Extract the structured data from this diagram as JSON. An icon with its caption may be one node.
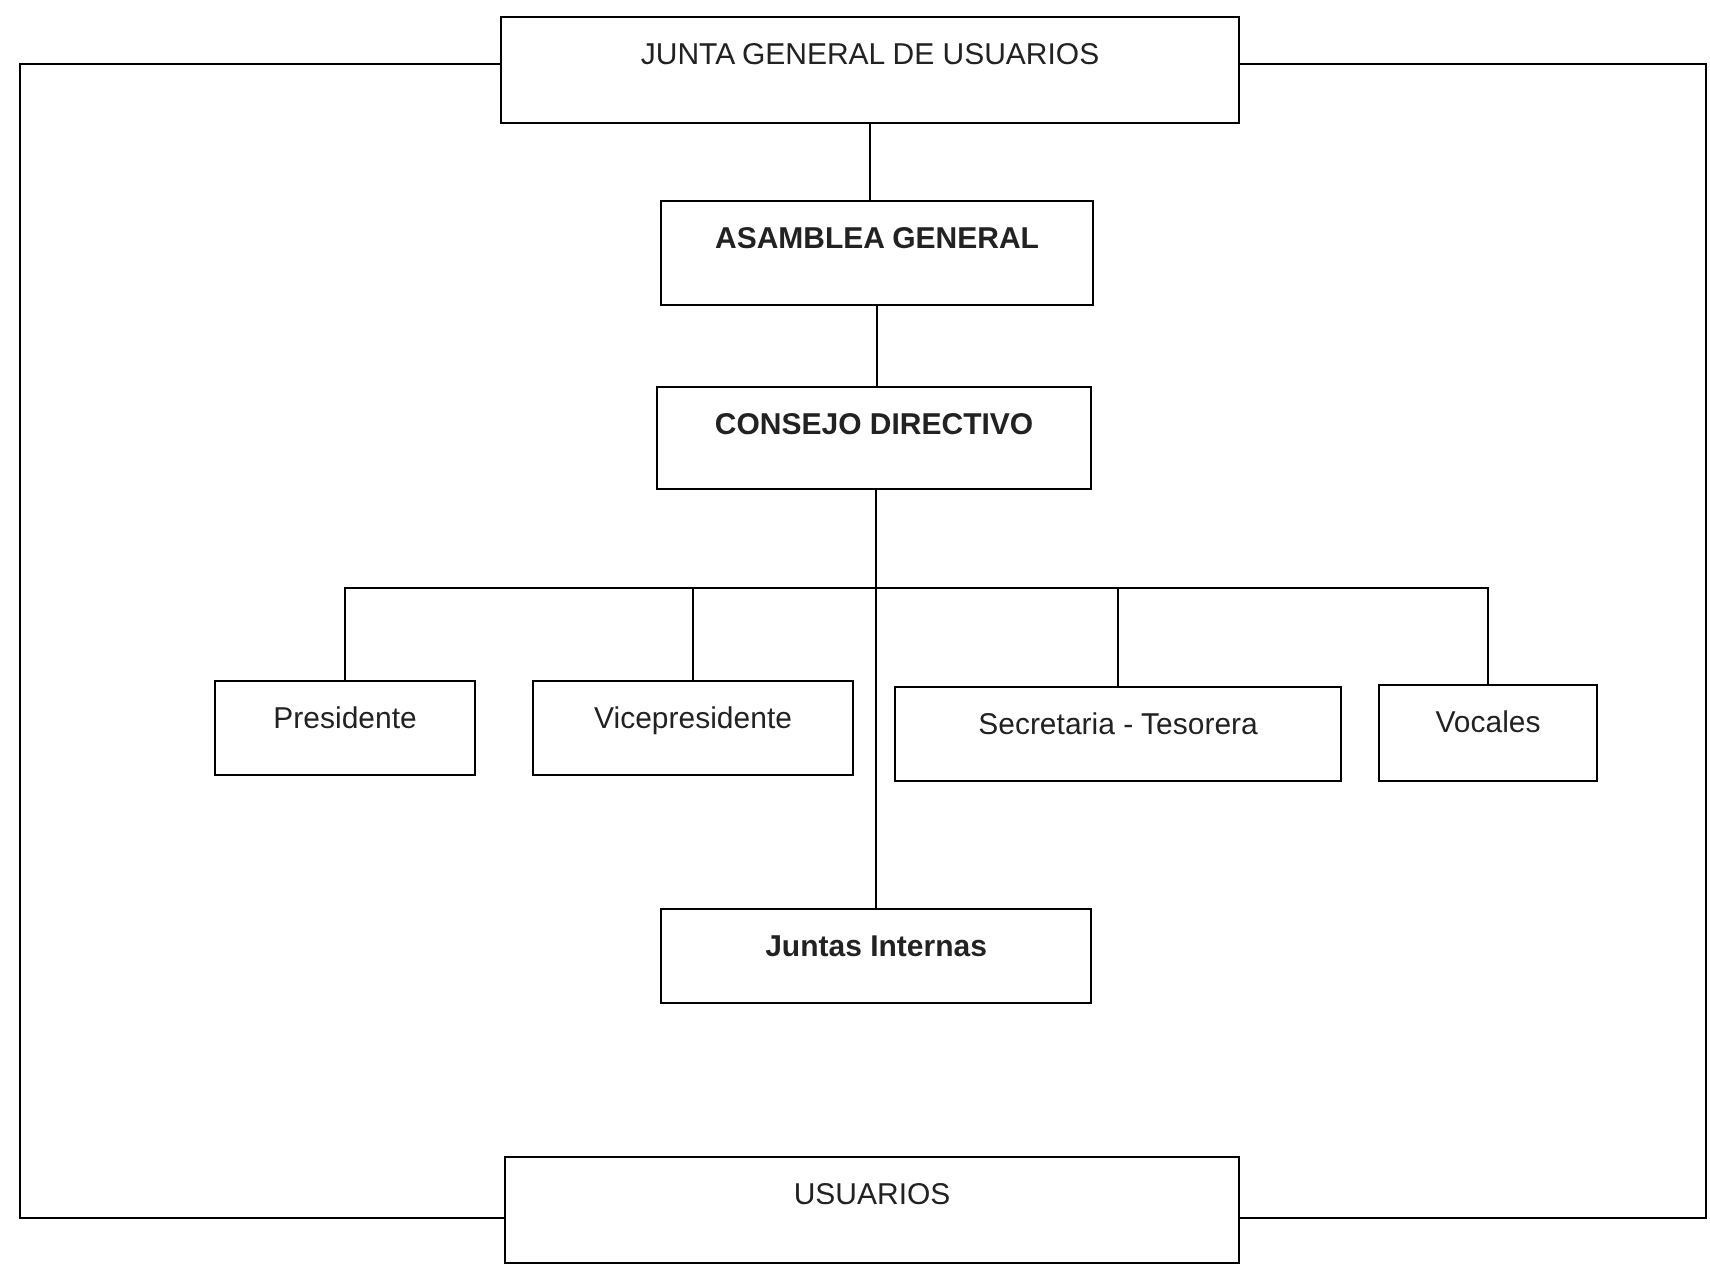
{
  "diagram": {
    "nodes": [
      {
        "text": [
          "JUNTA GENERAL DE USUARIOS"
        ]
      },
      {
        "text": [
          "ASAMBLEA GENERAL"
        ]
      },
      {
        "text": [
          "CONSEJO DIRECTIVO"
        ]
      },
      {
        "text": [
          "Presidente"
        ]
      },
      {
        "text": [
          "Vicepresidente"
        ]
      },
      {
        "text": [
          "Secretaria - Tesorera"
        ]
      },
      {
        "text": [
          "Vocales"
        ]
      },
      {
        "text": [
          "Juntas Internas"
        ]
      },
      {
        "text": [
          "USUARIOS"
        ]
      }
    ],
    "edges": [
      {
        "from": 0,
        "to": 1,
        "arrow": "none"
      },
      {
        "from": 1,
        "to": 2,
        "arrow": "none"
      },
      {
        "from": 2,
        "to": 3,
        "arrow": "none"
      },
      {
        "from": 2,
        "to": 4,
        "arrow": "none"
      },
      {
        "from": 2,
        "to": 5,
        "arrow": "none"
      },
      {
        "from": 2,
        "to": 6,
        "arrow": "none"
      },
      {
        "from": 2,
        "to": 7,
        "arrow": "none"
      },
      {
        "from": 0,
        "to": 8,
        "arrow": "none"
      },
      {
        "from": 0,
        "to": 8,
        "arrow": "none"
      }
    ]
  }
}
